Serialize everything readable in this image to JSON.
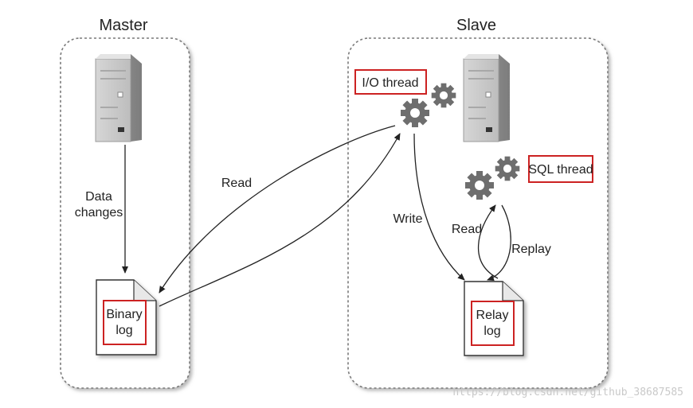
{
  "master": {
    "title": "Master"
  },
  "slave": {
    "title": "Slave"
  },
  "labels": {
    "data_changes_line1": "Data",
    "data_changes_line2": "changes",
    "read_left": "Read",
    "write": "Write",
    "read_right": "Read",
    "replay": "Replay",
    "io_thread": "I/O thread",
    "sql_thread": "SQL thread",
    "binary_log_line1": "Binary",
    "binary_log_line2": "log",
    "relay_log_line1": "Relay",
    "relay_log_line2": "log"
  },
  "watermark": "https://blog.csdn.net/github_38687585",
  "colors": {
    "highlight": "#cc2222",
    "container_border": "#7a7a7a",
    "arrow": "#222222"
  }
}
